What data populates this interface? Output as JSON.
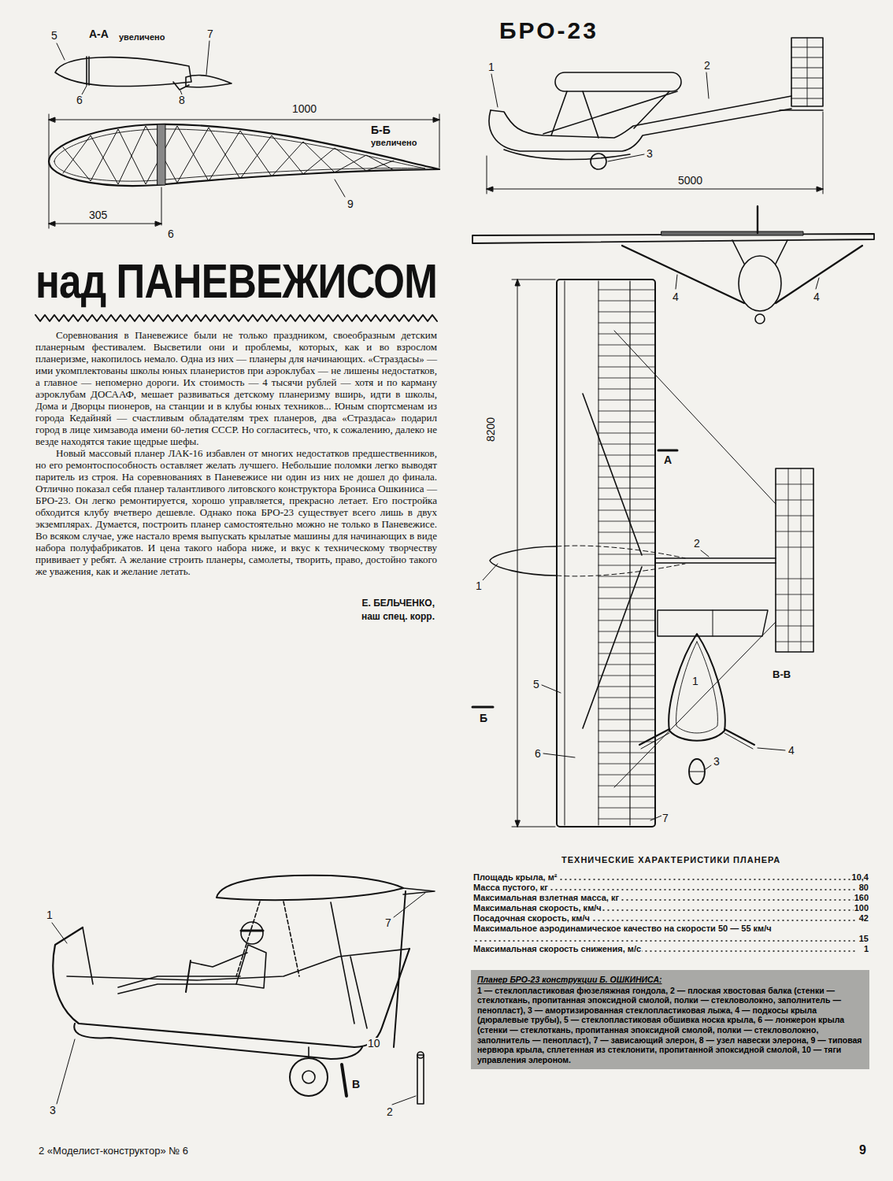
{
  "diagram": {
    "title": "над ПАНЕВЕЖИСОМ",
    "nodes": [
      {
        "text": [
          "Планер БРО-23 конструкции Б. ОШКИНИСА:",
          "1 — стеклопластиковая фюзеляжная гондола, 2 — плоская хвостовая балка (стенки — стеклоткань, пропитанная эпоксидной смолой, полки — стекловолокно, заполнитель — пенопласт), 3 — амортизированная стеклопластиковая лыжа, 4 — подкосы крыла (дюралевые трубы), 5 — стеклопластиковая обшивка носка крыла, 6 — лонжерон крыла (стенки — стеклоткань, пропитанная эпоксидной смолой, полки — стекловолокно, заполнитель — пенопласт), 7 — зависающий элерон, 8 — узел навески элерона, 9 — типовая нервюра крыла, сплетенная из стеклонити, пропитанной эпоксидной смолой, 10 — тяги управления элероном."
        ]
      }
    ],
    "labels": [
      "БРО-23",
      "5",
      "А-А",
      "увеличено",
      "7",
      "6",
      "8",
      "1000",
      "Б-Б",
      "увеличено",
      "305",
      "6",
      "9",
      "Соревнования в Паневежисе были не только праздником, своеобразным детским планерным фестивалем. Высветили они и проблемы, которых, как и во взрослом планеризме, накопилось немало. Одна из них — планеры для начинающих. «Страздасы» — ими укомплектованы школы юных планеристов при аэроклубах — не лишены недостатков, а главное — непомерно дороги. Их стоимость — 4 тысячи рублей — хотя и по карману аэроклубам ДОСААФ, мешает развиваться детскому планеризму вширь, идти в школы, Дома и Дворцы пионеров, на станции и в клубы юных техников... Юным спортсменам из города Кедайняй — счастливым обладателям трех планеров, два «Страздаса» подарил город в лице химзавода имени 60-летия СССР. Но согласитесь, что, к сожалению, далеко не везде находятся такие щедрые шефы.",
      "Новый массовый планер ЛАК-16 избавлен от многих недостатков предшественников, но его ремонтоспособность оставляет желать лучшего. Небольшие поломки легко выводят паритель из строя. На соревнованиях в Паневежисе ни один из них не дошел до финала. Отлично показал себя планер талантливого литовского конструктора Брониса Ошкиниса — БРО-23. Он легко ремонтируется, хорошо управляется, прекрасно летает. Его постройка обходится клубу вчетверо дешевле. Однако пока БРО-23 существует всего лишь в двух экземплярах. Думается, построить планер самостоятельно можно не только в Паневежисе. Во всяком случае, уже настало время выпускать крылатые машины для начинающих в виде набора полуфабрикатов. И цена такого набора ниже, и вкус к техническому творчеству прививает у ребят. А желание строить планеры, самолеты, творить, право, достойно такого же уважения, как и желание летать.",
      "Е. БЕЛЬЧЕНКО,",
      "наш спец. корр.",
      "1",
      "2",
      "3",
      "5000",
      "4",
      "4",
      "8200",
      "А",
      "Б",
      "1",
      "2",
      "5",
      "6",
      "7",
      "1",
      "В-В",
      "4",
      "3",
      "ТЕХНИЧЕСКИЕ ХАРАКТЕРИСТИКИ ПЛАНЕРА",
      "Площадь крыла, м²",
      "10,4",
      "Масса пустого, кг",
      "80",
      "Максимальная взлетная масса, кг",
      "160",
      "Максимальная скорость, км/ч",
      "100",
      "Посадочная скорость, км/ч",
      "42",
      "Максимальное аэродинамическое качество на скорости 50 — 55 км/ч",
      "15",
      "Максимальная скорость снижения, м/с",
      "1",
      "1",
      "7",
      "10",
      "3",
      "В",
      "2",
      "2 «Моделист-конструктор» № 6",
      "9"
    ]
  }
}
